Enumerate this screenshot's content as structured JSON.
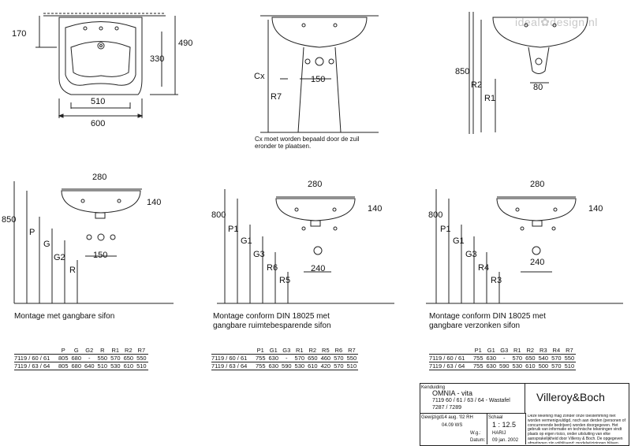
{
  "watermark": "ideal✿design.nl",
  "top": {
    "left": {
      "d170": "170",
      "d490": "490",
      "d330": "330",
      "d510": "510",
      "d600": "600"
    },
    "middle": {
      "cx": "Cx",
      "r7": "R7",
      "d150": "150",
      "note": "Cx moet worden bepaald door de zuil eronder te plaatsen."
    },
    "right": {
      "d850": "850",
      "r2": "R2",
      "r1": "R1",
      "d80": "80"
    }
  },
  "views": [
    {
      "caption": "Montage met gangbare sifon",
      "w": "280",
      "h": "140",
      "height": "850",
      "bottom": "150",
      "letters": [
        "P",
        "G",
        "G2",
        "R"
      ]
    },
    {
      "caption": "Montage conform DIN 18025 met gangbare ruimtebesparende sifon",
      "w": "280",
      "h": "140",
      "height": "800",
      "bottom": "240",
      "letters": [
        "P1",
        "G1",
        "G3",
        "R6",
        "R5"
      ]
    },
    {
      "caption": "Montage conform DIN 18025 met gangbare verzonken sifon",
      "w": "280",
      "h": "140",
      "height": "800",
      "bottom": "240",
      "letters": [
        "P1",
        "G1",
        "G3",
        "R4",
        "R3"
      ]
    }
  ],
  "tables": [
    {
      "headers": [
        "",
        "P",
        "G",
        "G2",
        "R",
        "R1",
        "R2",
        "R7"
      ],
      "rows": [
        [
          "7119 / 60 / 61",
          "805",
          "680",
          "-",
          "550",
          "570",
          "650",
          "550"
        ],
        [
          "7119 / 63 / 64",
          "805",
          "680",
          "640",
          "510",
          "530",
          "610",
          "510"
        ]
      ]
    },
    {
      "headers": [
        "",
        "P1",
        "G1",
        "G3",
        "R1",
        "R2",
        "R5",
        "R6",
        "R7"
      ],
      "rows": [
        [
          "7119 / 60 / 61",
          "755",
          "630",
          "-",
          "570",
          "650",
          "460",
          "570",
          "550"
        ],
        [
          "7119 / 63 / 64",
          "755",
          "630",
          "590",
          "530",
          "610",
          "420",
          "570",
          "510"
        ]
      ]
    },
    {
      "headers": [
        "",
        "P1",
        "G1",
        "G3",
        "R1",
        "R2",
        "R3",
        "R4",
        "R7"
      ],
      "rows": [
        [
          "7119 / 60 / 61",
          "755",
          "630",
          "-",
          "570",
          "650",
          "540",
          "570",
          "550"
        ],
        [
          "7119 / 63 / 64",
          "755",
          "630",
          "590",
          "530",
          "610",
          "500",
          "570",
          "510"
        ]
      ]
    }
  ],
  "titleblock": {
    "kenduiding_label": "Kenduiding",
    "product": "OMNIA - vita",
    "desc1": "7119 60 / 61 / 63 / 64 - Wastafel",
    "desc2": "7287 / 7289",
    "brand": "Villeroy&Boch",
    "gewijzigd_label": "Gewijzigd",
    "gewijzigd_value": "14 aug. '02 RH",
    "schaal_label": "Schaal",
    "schaal_value": "1 : 12.5",
    "date2": "04.09 WS",
    "wg_label": "W.g.:",
    "wg_value": "HARIJ",
    "datum_label": "Datum:",
    "datum_value": "09 jan. 2002",
    "disclaimer": "Deze tekening mag zonder onze toestemming niet worden vermenigvuldigd, noch aan derden (personen of concurrerende bedrijven) worden doorgegeven. Het gebruik van informatie en technische tekeningen vindt plaats op eigen risico, onder uitsluiting van elke aansprakelijkheid door Villeroy & Boch. De opgegeven afmetingen zijn vrijblijvend; modelwijzigingen blijven voorbehouden."
  }
}
